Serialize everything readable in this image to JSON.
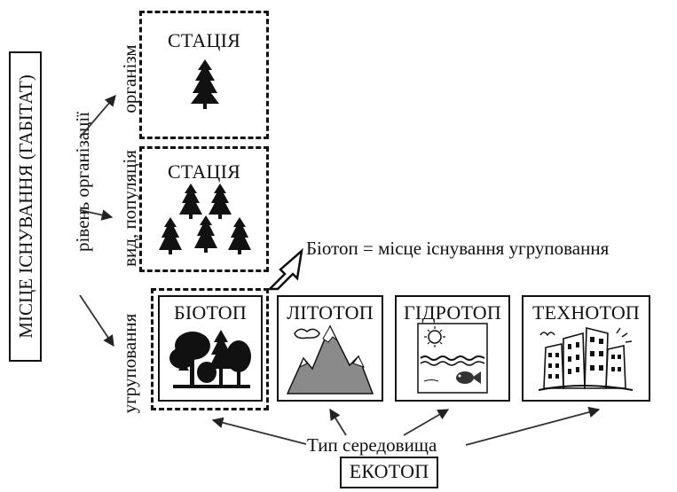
{
  "habitat_label": "МІСЦЕ ІСНУВАННЯ (ГАБІТАТ)",
  "org_level_label": "рівень організації",
  "level_organism": "організм",
  "level_species_population": "вид, популяція",
  "level_community": "угруповання",
  "station_top_title": "СТАЦІЯ",
  "station_mid_title": "СТАЦІЯ",
  "biotope_definition": "Біотоп = місце існування угруповання",
  "boxes": {
    "biotop": "БІОТОП",
    "litotop": "ЛІТОТОП",
    "gidrotop": "ГІДРОТОП",
    "tekhnotop": "ТЕХНОТОП"
  },
  "environment_type": "Тип середовища",
  "ekotop": "ЕКОТОП",
  "icons": {
    "single_tree": "single-spruce-icon",
    "tree_group": "spruce-group-icon",
    "forest": "forest-icon",
    "mountain": "mountain-icon",
    "water": "water-sun-fish-icon",
    "city": "city-buildings-icon"
  }
}
